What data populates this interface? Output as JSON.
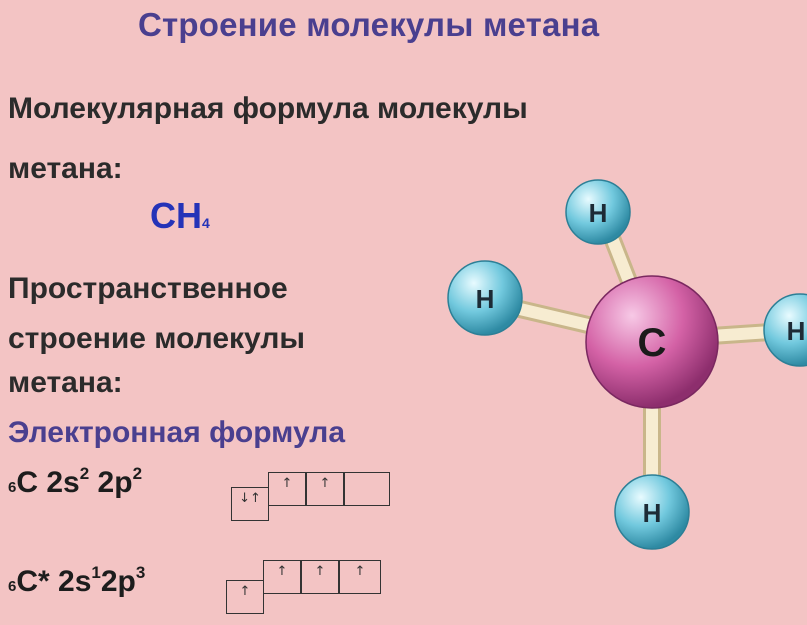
{
  "title": "Строение молекулы метана",
  "molecular_formula": {
    "heading_line1": "Молекулярная формула молекулы",
    "heading_line2": "метана:",
    "formula_main": "CH",
    "formula_sub": "4"
  },
  "spatial": {
    "line1": "Пространственное",
    "line2": "строение молекулы",
    "line3": "метана:"
  },
  "electronic": {
    "title": "Электронная формула",
    "ground": {
      "z": "6",
      "symbol": "C",
      "orbital_s": "2s",
      "exp_s": "2",
      "orbital_p": "2p",
      "exp_p": "2",
      "s_cell": "↓↑",
      "p_cells": [
        "↑",
        "↑",
        ""
      ]
    },
    "excited": {
      "z": "6",
      "symbol": "C*",
      "orbital_s": "2s",
      "exp_s": "1",
      "orbital_p": "2p",
      "exp_p": "3",
      "s_cell": "↑",
      "p_cells": [
        "↑",
        "↑",
        "↑"
      ]
    }
  },
  "molecule": {
    "center_label": "C",
    "h_labels": [
      "H",
      "H",
      "H",
      "H"
    ],
    "colors": {
      "carbon": "#d05fa0",
      "hydrogen": "#6cc6dc",
      "bond": "#f3e6c8"
    }
  }
}
